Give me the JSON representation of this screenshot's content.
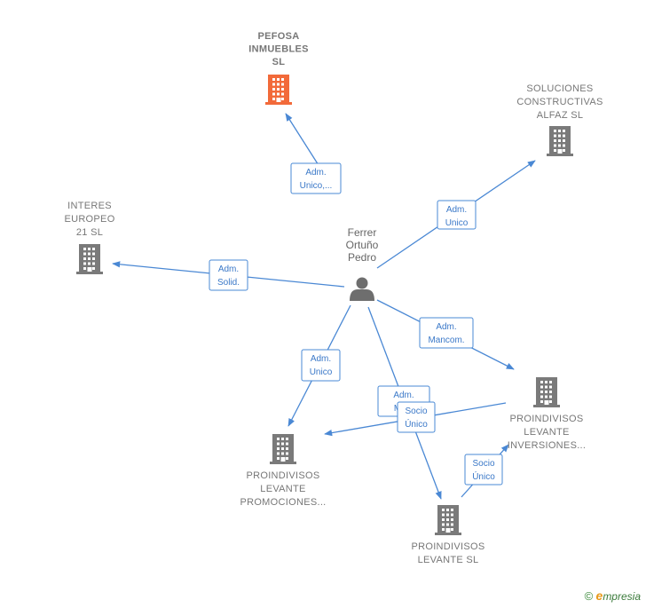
{
  "center": {
    "name_lines": [
      "Ferrer",
      "Ortuño",
      "Pedro"
    ],
    "icon": "person-icon"
  },
  "companies": [
    {
      "id": "pefosa",
      "lines": [
        "PEFOSA",
        "INMUEBLES",
        "SL"
      ],
      "icon": "building-icon",
      "color": "#f26a3a",
      "bold": true
    },
    {
      "id": "soluciones",
      "lines": [
        "SOLUCIONES",
        "CONSTRUCTIVAS",
        "ALFAZ SL"
      ],
      "icon": "building-icon",
      "color": "#7a7a7a",
      "bold": false
    },
    {
      "id": "interes",
      "lines": [
        "INTERES",
        "EUROPEO",
        "21  SL"
      ],
      "icon": "building-icon",
      "color": "#7a7a7a",
      "bold": false
    },
    {
      "id": "inversiones",
      "lines": [
        "PROINDIVISOS",
        "LEVANTE",
        "INVERSIONES..."
      ],
      "icon": "building-icon",
      "color": "#7a7a7a",
      "bold": false
    },
    {
      "id": "promociones",
      "lines": [
        "PROINDIVISOS",
        "LEVANTE",
        "PROMOCIONES..."
      ],
      "icon": "building-icon",
      "color": "#7a7a7a",
      "bold": false
    },
    {
      "id": "levante",
      "lines": [
        "PROINDIVISOS",
        "LEVANTE  SL"
      ],
      "icon": "building-icon",
      "color": "#7a7a7a",
      "bold": false
    }
  ],
  "edges": [
    {
      "from": "center",
      "to": "pefosa",
      "label": [
        "Adm.",
        "Unico,..."
      ]
    },
    {
      "from": "center",
      "to": "soluciones",
      "label": [
        "Adm.",
        "Unico"
      ]
    },
    {
      "from": "center",
      "to": "interes",
      "label": [
        "Adm.",
        "Solid."
      ]
    },
    {
      "from": "center",
      "to": "inversiones",
      "label": [
        "Adm.",
        "Mancom."
      ]
    },
    {
      "from": "center",
      "to": "promociones",
      "label": [
        "Adm.",
        "Unico"
      ]
    },
    {
      "from": "center",
      "to": "levante",
      "label": [
        "Adm.",
        "Ma..."
      ]
    },
    {
      "from": "inversiones",
      "to": "promociones",
      "label": [
        "Socio",
        "Único"
      ]
    },
    {
      "from": "levante",
      "to": "inversiones",
      "label": [
        "Socio",
        "Único"
      ]
    }
  ],
  "brand": {
    "copyright": "©",
    "e": "e",
    "rest": "mpresia"
  },
  "colors": {
    "edge": "#4a88d4",
    "building_gray": "#7a7a7a",
    "building_highlight": "#f26a3a",
    "person": "#6e6e6e"
  }
}
